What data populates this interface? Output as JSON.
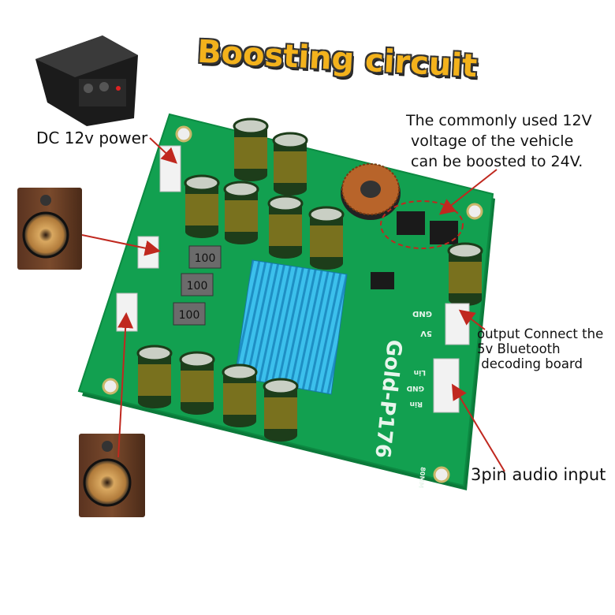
{
  "title": "Boosting circuit",
  "annotations": {
    "dc_power": "DC 12v power",
    "boost": [
      "The commonly used 12V",
      "voltage of the vehicle",
      "can be boosted to 24V."
    ],
    "output": [
      "output Connect the",
      "5v Bluetooth",
      " decoding board"
    ],
    "audio_input": "3pin audio input"
  },
  "board": {
    "model": "Gold-P176",
    "inductor_labels": [
      "100",
      "100",
      "100"
    ],
    "pins_output": [
      "GND",
      "5V"
    ],
    "pins_input": [
      "Lin",
      "GND",
      "Rin"
    ],
    "size_mark": "80MM"
  },
  "colors": {
    "pcb": "#0f9a4a",
    "heatsink": "#2aa6d8",
    "title": "#f3b21c",
    "arrow": "#c0281f"
  }
}
